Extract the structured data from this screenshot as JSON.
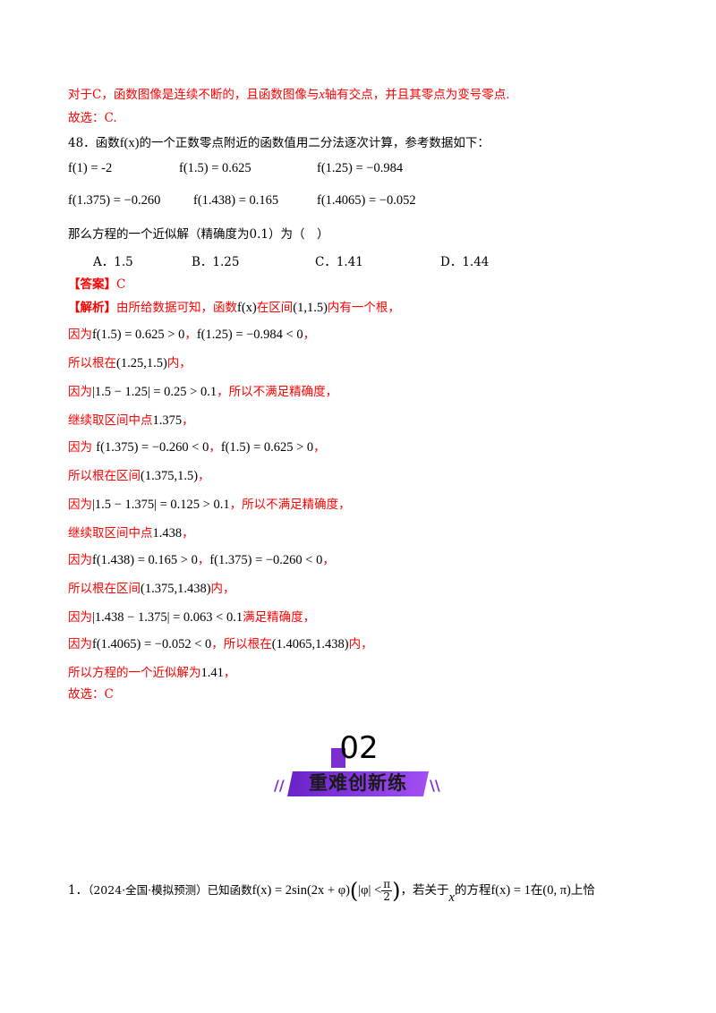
{
  "prev": {
    "c_text": "对于C，函数图像是连续不断的，且函数图像与",
    "c_var": "x",
    "c_text2": "轴有交点，并且其零点为变号零点.",
    "answer": "故选：C."
  },
  "q48": {
    "number": "48．",
    "stem_pre": "函数",
    "stem_func": "f(x)",
    "stem_post": "的一个正数零点附近的函数值用二分法逐次计算，参考数据如下：",
    "data": [
      [
        "f(1) = -2",
        "f(1.5) = 0.625",
        "f(1.25) = −0.984"
      ],
      [
        "f(1.375) = −0.260",
        "f(1.438) = 0.165",
        "f(1.4065) = −0.052"
      ]
    ],
    "ask": "那么方程的一个近似解（精确度为0.1）为（　）",
    "options": [
      "A．1.5",
      "B．1.25",
      "C．1.41",
      "D．1.44"
    ],
    "answer_tag": "【答案】",
    "answer_val": "C",
    "analysis_tag": "【解析】",
    "steps": [
      {
        "t1": "由所给数据可知，函数",
        "m1": "f(x)",
        "t2": "在区间",
        "m2": "(1,1.5)",
        "t3": "内有一个根，"
      },
      {
        "t1": "因为",
        "m1": "f(1.5) = 0.625 > 0",
        "t2": "，",
        "m2": "f(1.25) = −0.984 < 0",
        "t3": "，"
      },
      {
        "t1": "所以根在",
        "m1": "(1.25,1.5)",
        "t2": "内，",
        "m2": "",
        "t3": ""
      },
      {
        "t1": "因为",
        "m1": "|1.5 − 1.25| = 0.25 > 0.1",
        "t2": "，所以不满足精确度，",
        "m2": "",
        "t3": ""
      },
      {
        "t1": "继续取区间中点",
        "m1": "1.375",
        "t2": "，",
        "m2": "",
        "t3": ""
      },
      {
        "t1": "因为 ",
        "m1": "f(1.375) = −0.260 < 0",
        "t2": "，",
        "m2": "f(1.5) = 0.625 > 0",
        "t3": "，"
      },
      {
        "t1": "所以根在区间",
        "m1": "(1.375,1.5)",
        "t2": "，",
        "m2": "",
        "t3": ""
      },
      {
        "t1": "因为",
        "m1": "|1.5 − 1.375| = 0.125 > 0.1",
        "t2": "，所以不满足精确度，",
        "m2": "",
        "t3": ""
      },
      {
        "t1": "继续取区间中点",
        "m1": "1.438",
        "t2": "，",
        "m2": "",
        "t3": ""
      },
      {
        "t1": "因为",
        "m1": "f(1.438) = 0.165 > 0",
        "t2": "，",
        "m2": "f(1.375) = −0.260 < 0",
        "t3": "，"
      },
      {
        "t1": "所以根在区间",
        "m1": "(1.375,1.438)",
        "t2": "内，",
        "m2": "",
        "t3": ""
      },
      {
        "t1": "因为",
        "m1": "|1.438 − 1.375| = 0.063 < 0.1",
        "t2": "满足精确度，",
        "m2": "",
        "t3": ""
      },
      {
        "t1": "因为",
        "m1": "f(1.4065) = −0.052 < 0",
        "t2": "，所以根在",
        "m2": "(1.4065,1.438)",
        "t3": "内，"
      },
      {
        "t1": "所以方程的一个近似解为",
        "m1": "1.41",
        "t2": "，",
        "m2": "",
        "t3": ""
      }
    ],
    "final": "故选：C"
  },
  "section": {
    "number": "02",
    "title": "重难创新练",
    "accent": "#7b2fd0"
  },
  "q1": {
    "number": "1．",
    "source": "（2024·全国·模拟预测）已知函数",
    "formula": "f(x) = 2sin(2x + φ)",
    "cond_pre": "|φ| <",
    "cond_num": "π",
    "cond_den": "2",
    "mid": "，若关于",
    "var": "x",
    "mid2": "的方程",
    "eq": "f(x) = 1",
    "mid3": "在",
    "interval": "(0, π)",
    "tail": "上恰"
  }
}
